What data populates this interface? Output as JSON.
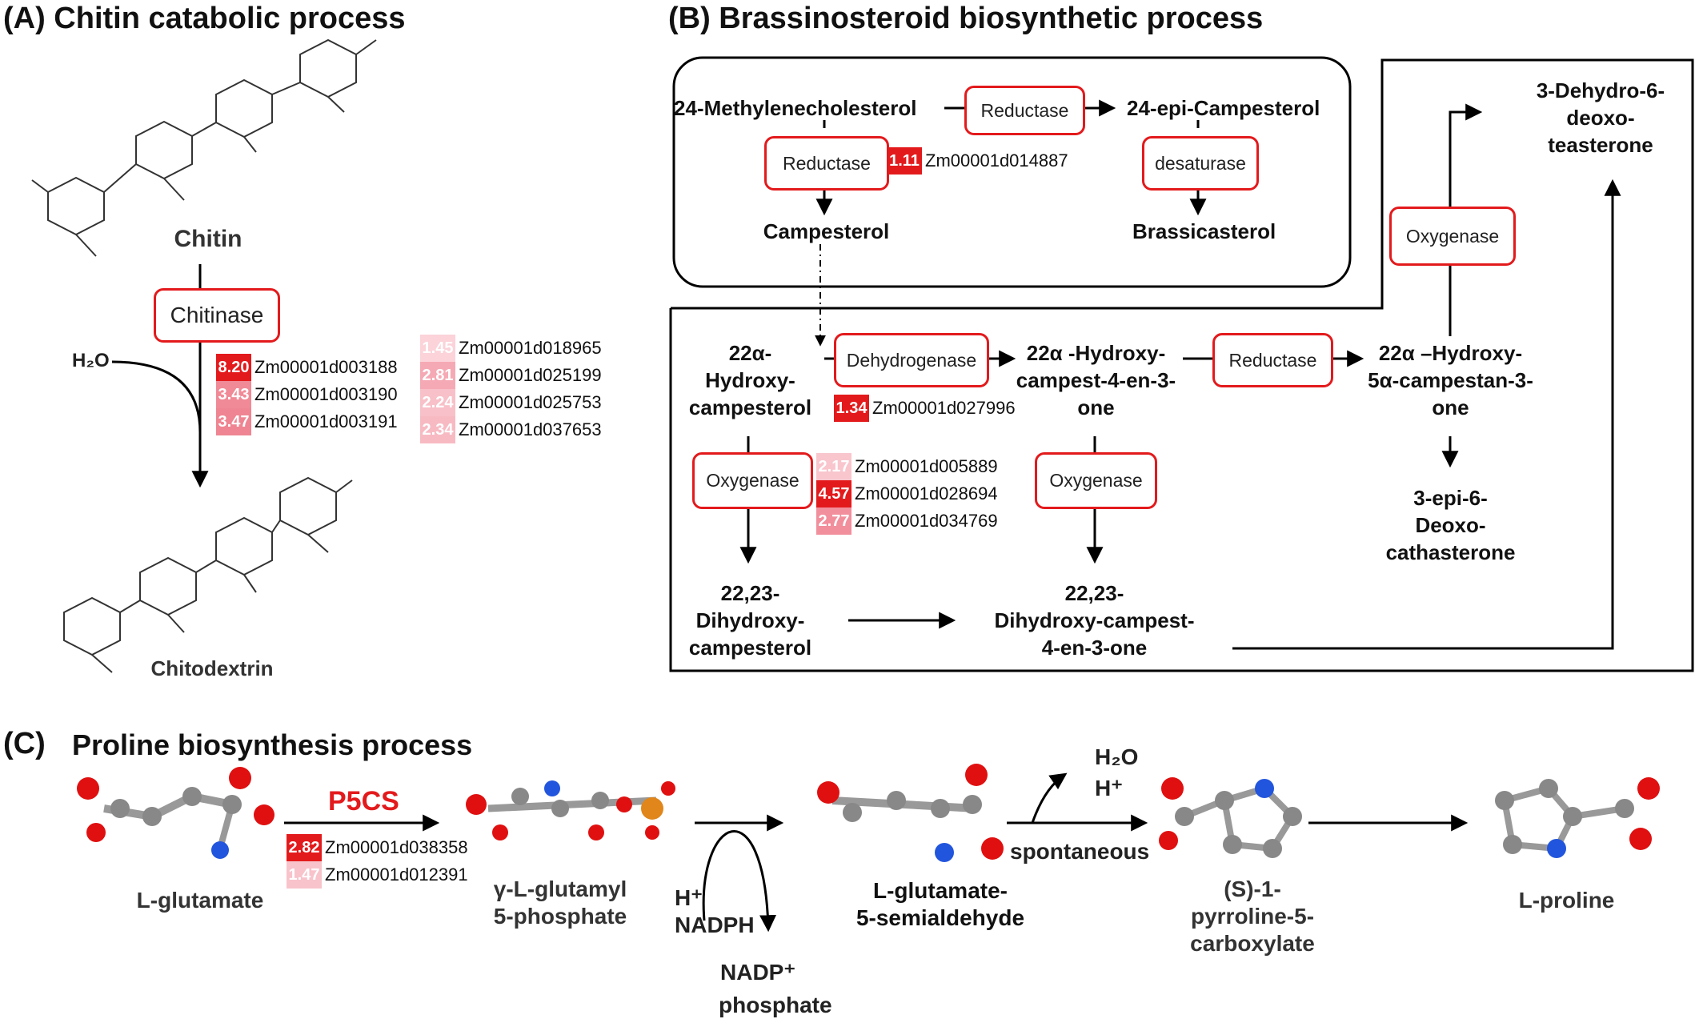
{
  "panels": {
    "a": {
      "title": "(A) Chitin catabolic process",
      "substrate": "Chitin",
      "product": "Chitodextrin",
      "water": "H₂O",
      "enzyme": "Chitinase",
      "genes_left": [
        {
          "value": "8.20",
          "id": "Zm00001d003188",
          "color": "#e31a1c"
        },
        {
          "value": "3.43",
          "id": "Zm00001d003190",
          "color": "#f08a96"
        },
        {
          "value": "3.47",
          "id": "Zm00001d003191",
          "color": "#ef8592"
        }
      ],
      "genes_right": [
        {
          "value": "1.45",
          "id": "Zm00001d018965",
          "color": "#fbd3d9"
        },
        {
          "value": "2.81",
          "id": "Zm00001d025199",
          "color": "#f5a9b4"
        },
        {
          "value": "2.24",
          "id": "Zm00001d025753",
          "color": "#f8c0c8"
        },
        {
          "value": "2.34",
          "id": "Zm00001d037653",
          "color": "#f7bac3"
        }
      ]
    },
    "b": {
      "title": "(B)  Brassinosteroid biosynthetic process",
      "compounds": {
        "methylenecholesterol": "24-Methylenecholesterol",
        "epi_campesterol": "24-epi-Campesterol",
        "campesterol": "Campesterol",
        "brassicasterol": "Brassicasterol",
        "hydroxy_campesterol": "22α-\nHydroxy-\ncampesterol",
        "hydroxy_campest_one": "22α -Hydroxy-\ncampest-4-en-3-\none",
        "hydroxy_campestan_one": "22α –Hydroxy-\n5α-campestan-3-\none",
        "dehydro_deoxo": "3-Dehydro-6-\ndeoxo-\nteasterone",
        "epi_deoxo": "3-epi-6-\nDeoxo-\ncathasterone",
        "dihydroxy_campesterol": "22,23-\nDihydroxy-\ncampesterol",
        "dihydroxy_campest_one": "22,23-\nDihydroxy-campest-\n4-en-3-one"
      },
      "enzymes": {
        "reductase_top": "Reductase",
        "reductase_left": "Reductase",
        "desaturase": "desaturase",
        "oxygenase_right": "Oxygenase",
        "dehydrogenase": "Dehydrogenase",
        "reductase_mid": "Reductase",
        "oxygenase_left": "Oxygenase",
        "oxygenase_mid": "Oxygenase"
      },
      "gene_reductase": {
        "value": "1.11",
        "id": "Zm00001d014887",
        "color": "#e31a1c"
      },
      "gene_dehydrogenase": {
        "value": "1.34",
        "id": "Zm00001d027996",
        "color": "#e31a1c"
      },
      "genes_oxygenase": [
        {
          "value": "2.17",
          "id": "Zm00001d005889",
          "color": "#f9c6cd"
        },
        {
          "value": "4.57",
          "id": "Zm00001d028694",
          "color": "#e31a1c"
        },
        {
          "value": "2.77",
          "id": "Zm00001d034769",
          "color": "#f28f9c"
        }
      ]
    },
    "c": {
      "title_letter": "(C)",
      "title": "Proline biosynthesis process",
      "enzyme": "P5CS",
      "genes": [
        {
          "value": "2.82",
          "id": "Zm00001d038358",
          "color": "#e31a1c"
        },
        {
          "value": "1.47",
          "id": "Zm00001d012391",
          "color": "#f8c3cb"
        }
      ],
      "compounds": {
        "glutamate": "L-glutamate",
        "glutamyl": "γ-L-glutamyl\n5-phosphate",
        "semialdehyde": "L-glutamate-\n5-semialdehyde",
        "pyrroline": "(S)-1-\npyrroline-5-\ncarboxylate",
        "proline": "L-proline"
      },
      "side": {
        "h_in": "H⁺",
        "nadph": "NADPH",
        "nadp_out": "NADP⁺",
        "phosphate": "phosphate",
        "water_out": "H₂O",
        "h_out": "H⁺",
        "spontaneous": "spontaneous"
      }
    }
  },
  "colors": {
    "enzyme_border": "#e31a1c",
    "p5cs": "#e31a1c"
  }
}
